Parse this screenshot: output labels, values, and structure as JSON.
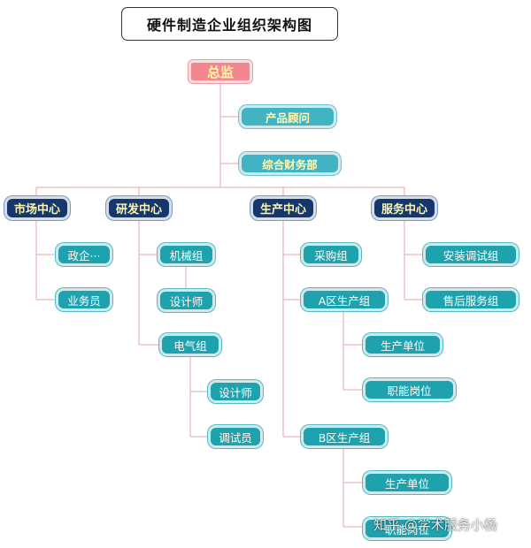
{
  "title": "硬件制造企业组织架构图",
  "root": "总监",
  "departments": {
    "product_advisor": "产品顾问",
    "finance": "综合财务部"
  },
  "centers": {
    "market": {
      "label": "市场中心",
      "children": [
        "政企···",
        "业务员"
      ]
    },
    "rd": {
      "label": "研发中心",
      "mechanical": {
        "label": "机械组",
        "children": [
          "设计师"
        ]
      },
      "electrical": {
        "label": "电气组",
        "children": [
          "设计师",
          "调试员"
        ]
      }
    },
    "production": {
      "label": "生产中心",
      "purchasing": "采购组",
      "zone_a": {
        "label": "A区生产组",
        "children": [
          "生产单位",
          "职能岗位"
        ]
      },
      "zone_b": {
        "label": "B区生产组",
        "children": [
          "生产单位",
          "职能岗位"
        ]
      }
    },
    "service": {
      "label": "服务中心",
      "children": [
        "安装调试组",
        "售后服务组"
      ]
    }
  },
  "watermark": "知乎 @学术服务小杨"
}
